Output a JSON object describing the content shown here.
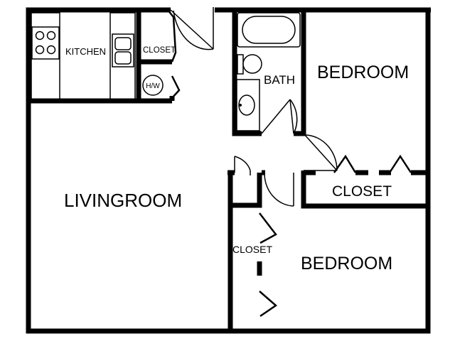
{
  "rooms": {
    "kitchen": "KITCHEN",
    "kitchen_closet": "CLOSET",
    "water_heater": "H/W",
    "bath": "BATH",
    "bedroom_1": "BEDROOM",
    "bedroom_1_closet": "CLOSET",
    "living_room": "LIVINGROOM",
    "hall_closet": "CLOSET",
    "bedroom_2": "BEDROOM"
  }
}
